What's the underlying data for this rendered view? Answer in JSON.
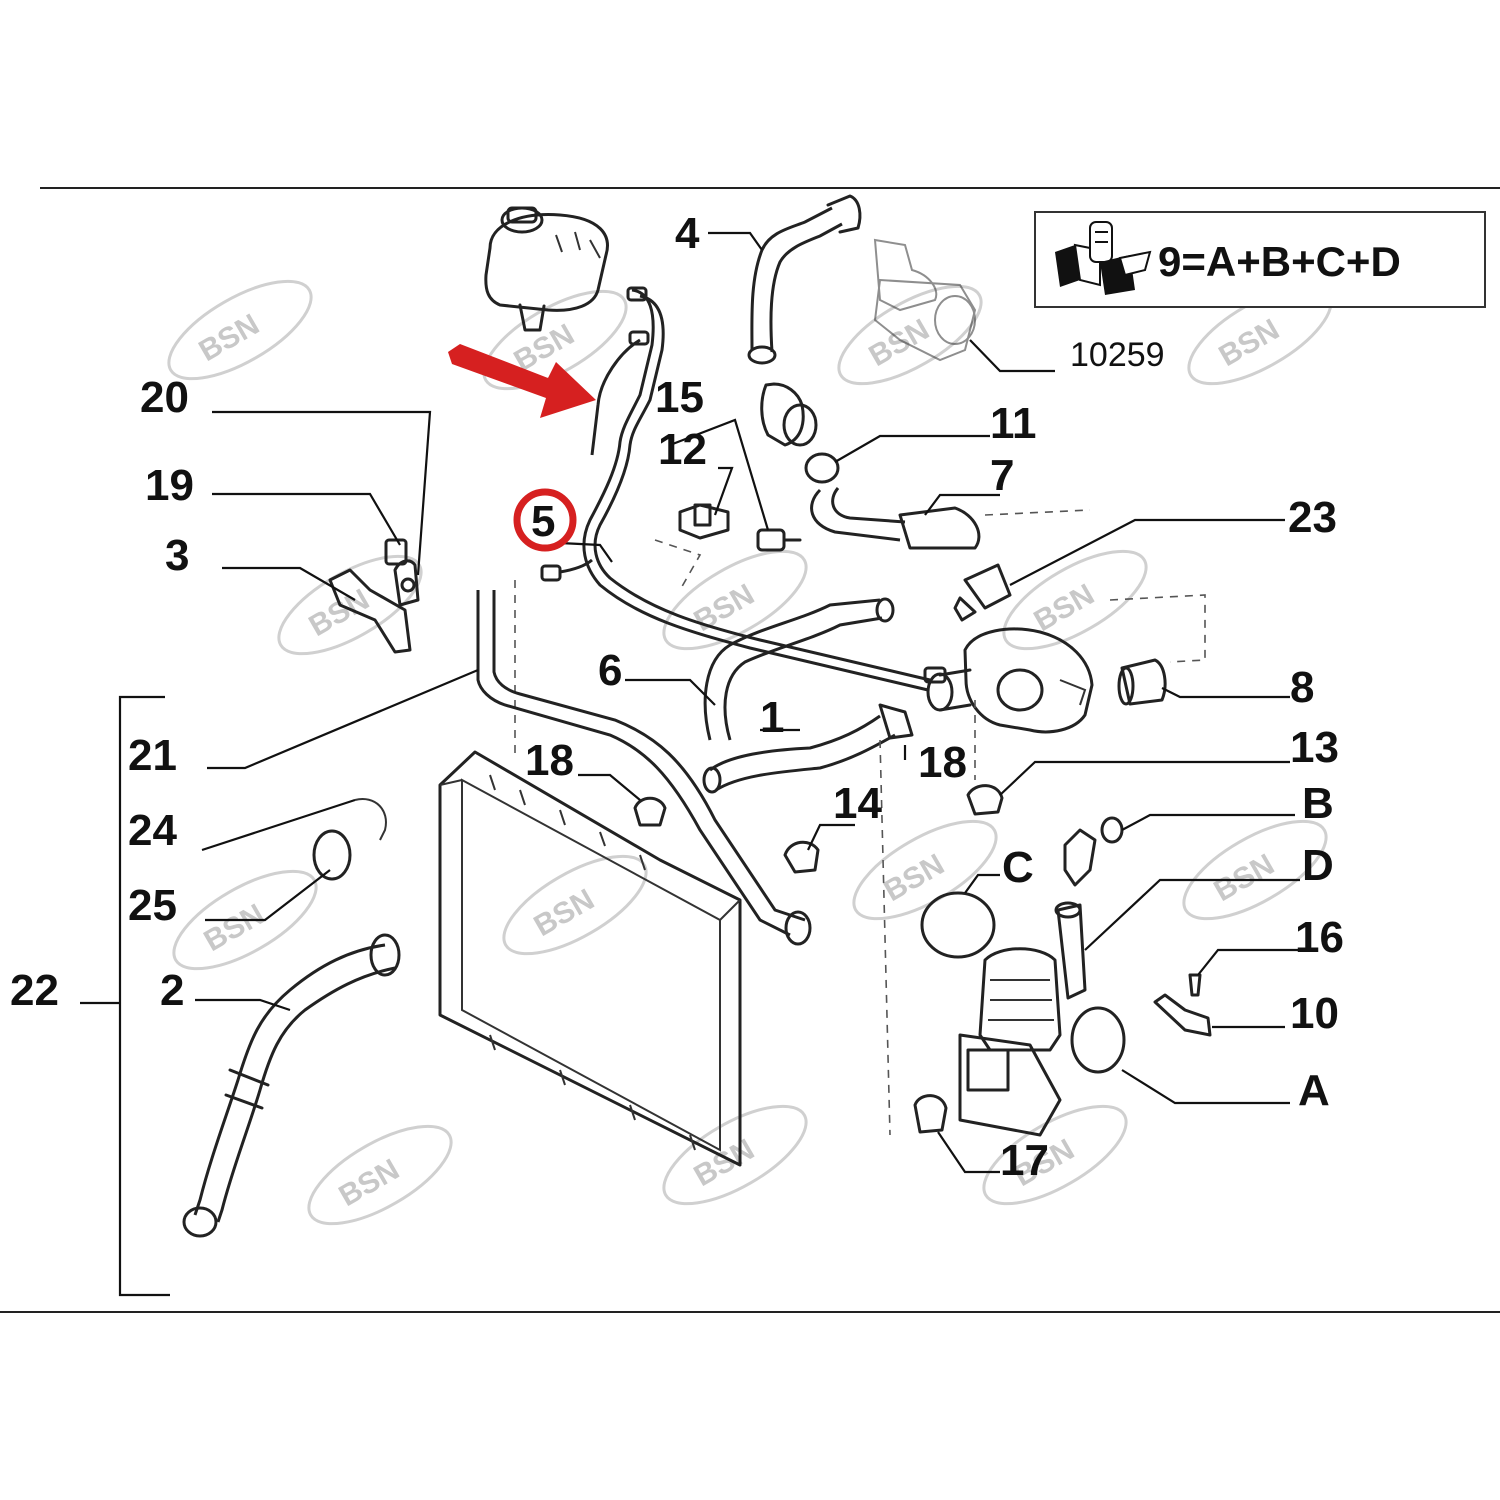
{
  "labels": {
    "l20": "20",
    "l19": "19",
    "l3": "3",
    "l21": "21",
    "l24": "24",
    "l25": "25",
    "l22": "22",
    "l2": "2",
    "l5": "5",
    "l4": "4",
    "l15": "15",
    "l12": "12",
    "l11": "11",
    "l7": "7",
    "l23": "23",
    "l6": "6",
    "l1": "1",
    "l18a": "18",
    "l18b": "18",
    "l14": "14",
    "l8": "8",
    "l13": "13",
    "lB": "B",
    "lC": "C",
    "lD": "D",
    "l16": "16",
    "l10": "10",
    "lA": "A",
    "l17": "17",
    "l10259": "10259"
  },
  "kit": {
    "formula": "9=A+B+C+D"
  },
  "watermark": {
    "text": "BSN"
  },
  "colors": {
    "highlight": "#d62020",
    "line": "#111111",
    "watermark": "#c8c8c8"
  }
}
